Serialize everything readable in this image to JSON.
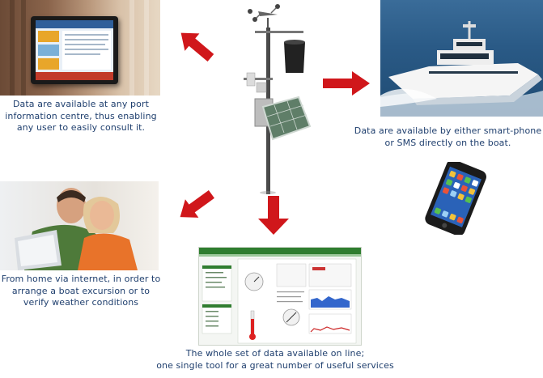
{
  "captions": {
    "top_left": [
      "Data are available at any port",
      "information centre, thus enabling",
      "any user to easily consult it."
    ],
    "right": [
      "Data are available by either smart-phone",
      "or SMS directly on the boat."
    ],
    "bottom_left": [
      "From home via internet, in order  to",
      "arrange a boat excursion or to",
      "verify weather conditions"
    ],
    "bottom": [
      "The whole set of data available on line;",
      "one single tool for a great number of useful services"
    ]
  },
  "colors": {
    "arrow": "#d0171b",
    "caption": "#1f3f6e",
    "web_header": "#2f7d2f"
  },
  "icons": {
    "arrow": "red-arrow-icon",
    "station": "weather-station-icon",
    "phone": "smartphone-icon"
  }
}
